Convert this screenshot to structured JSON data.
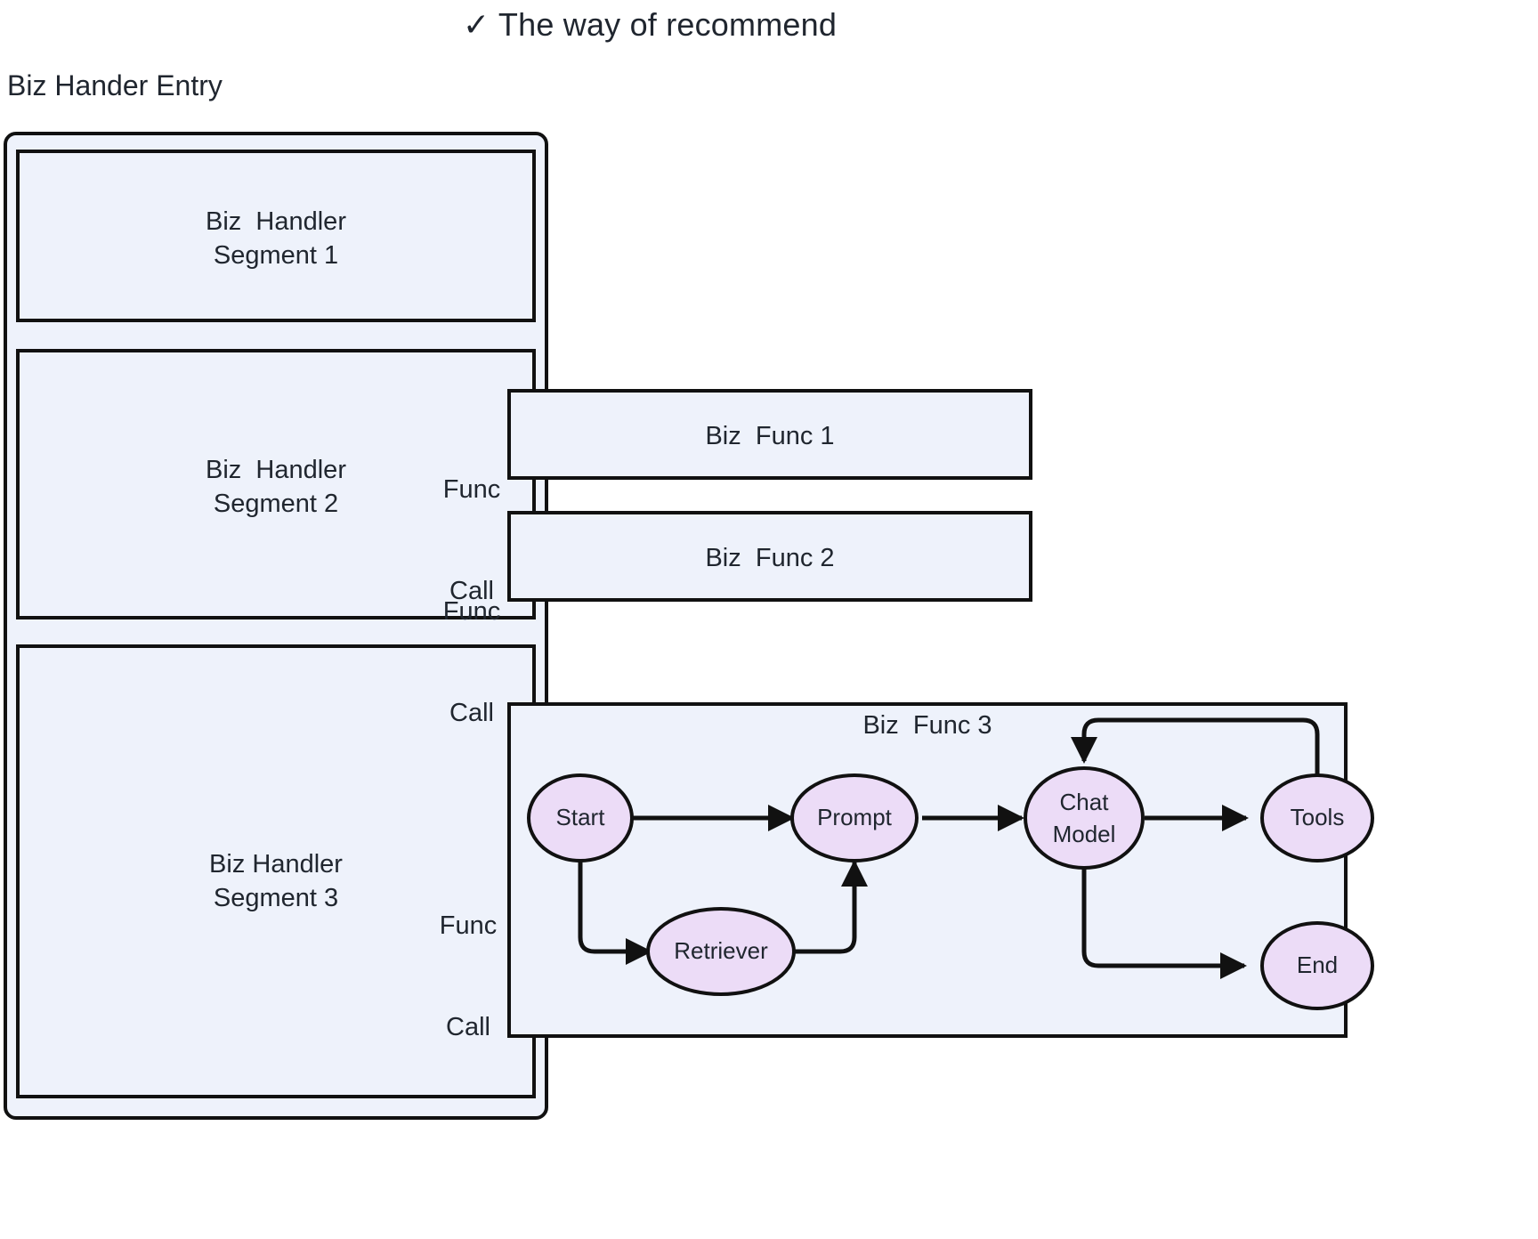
{
  "title": "✓ The way of recommend",
  "entry": {
    "label": "Biz Hander Entry",
    "segments": [
      {
        "line1": "Biz  Handler",
        "line2": "Segment 1"
      },
      {
        "line1": "Biz  Handler",
        "line2": "Segment 2"
      },
      {
        "line1": "Biz Handler",
        "line2": "Segment 3"
      }
    ]
  },
  "func_calls": [
    {
      "line1": "Func",
      "line2": "Call"
    },
    {
      "line1": "Func",
      "line2": "Call"
    },
    {
      "line1": "Func",
      "line2": "Call"
    }
  ],
  "biz_funcs": [
    {
      "title": "Biz  Func 1"
    },
    {
      "title": "Biz  Func 2"
    },
    {
      "title": "Biz  Func 3"
    }
  ],
  "flow": {
    "nodes": [
      {
        "id": "start",
        "label": "Start"
      },
      {
        "id": "retriever",
        "label": "Retriever"
      },
      {
        "id": "prompt",
        "label": "Prompt"
      },
      {
        "id": "chat_model_line1",
        "label": "Chat"
      },
      {
        "id": "chat_model_line2",
        "label": "Model"
      },
      {
        "id": "tools",
        "label": "Tools"
      },
      {
        "id": "end",
        "label": "End"
      }
    ],
    "edges": [
      {
        "from": "start",
        "to": "prompt"
      },
      {
        "from": "start",
        "to": "retriever"
      },
      {
        "from": "retriever",
        "to": "prompt"
      },
      {
        "from": "prompt",
        "to": "chat_model"
      },
      {
        "from": "chat_model",
        "to": "tools"
      },
      {
        "from": "tools",
        "to": "chat_model"
      },
      {
        "from": "chat_model",
        "to": "end"
      }
    ]
  },
  "colors": {
    "panel_fill": "#eef2fb",
    "node_fill": "#ecdcf7",
    "stroke": "#111111",
    "text": "#20262f",
    "page_background": "#ffffff"
  }
}
